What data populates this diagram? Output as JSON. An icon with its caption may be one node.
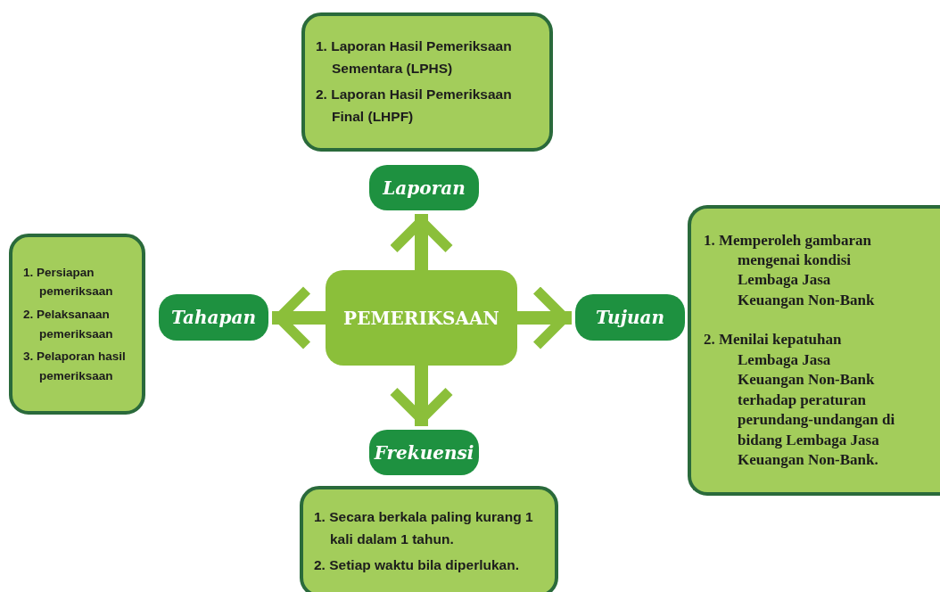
{
  "diagram": {
    "nodes": [
      {
        "text": [
          "1. Laporan Hasil Pemeriksaan Sementara (LPHS)",
          "2. Laporan Hasil Pemeriksaan Final (LHPF)"
        ]
      },
      {
        "text": [
          "Laporan"
        ]
      },
      {
        "text": [
          "1. Persiapan pemeriksaan",
          "2. Pelaksanaan pemeriksaan",
          "3. Pelaporan hasil pemeriksaan"
        ]
      },
      {
        "text": [
          "Tahapan"
        ]
      },
      {
        "text": [
          "PEMERIKSAAN"
        ]
      },
      {
        "text": [
          "Tujuan"
        ]
      },
      {
        "text": [
          "1. Memperoleh gambaran mengenai kondisi Lembaga Jasa Keuangan Non-Bank",
          "2. Menilai kepatuhan Lembaga Jasa Keuangan Non-Bank terhadap peraturan perundang-undangan di bidang Lembaga Jasa Keuangan Non-Bank."
        ]
      },
      {
        "text": [
          "Frekuensi"
        ]
      },
      {
        "text": [
          "1. Secara berkala paling kurang 1 kali dalam 1 tahun.",
          "2. Setiap waktu bila diperlukan."
        ]
      }
    ],
    "edges": [
      {
        "from": 4,
        "to": 1,
        "arrow": "to"
      },
      {
        "from": 4,
        "to": 3,
        "arrow": "to"
      },
      {
        "from": 4,
        "to": 5,
        "arrow": "to"
      },
      {
        "from": 4,
        "to": 7,
        "arrow": "to"
      }
    ]
  }
}
